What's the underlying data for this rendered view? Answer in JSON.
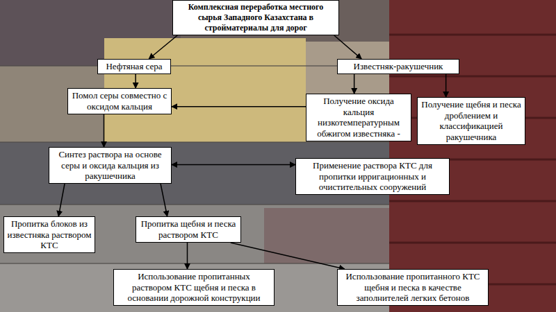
{
  "diagram": {
    "nodes": [
      {
        "text": [
          "Комплексная переработка местного сырья Западного Казахстана в стройматериалы для дорог"
        ]
      },
      {
        "text": [
          "Нефтяная сера"
        ]
      },
      {
        "text": [
          "Известняк-ракушечник"
        ]
      },
      {
        "text": [
          "Помол серы совместно с оксидом кальция"
        ]
      },
      {
        "text": [
          "Получение оксида кальция низкотемпературным обжигом известняка -"
        ]
      },
      {
        "text": [
          "Получение щебня и песка дроблением и классификацией ракушечника"
        ]
      },
      {
        "text": [
          "Синтез раствора на основе серы и оксида кальция из ракушечника"
        ]
      },
      {
        "text": [
          "Применение раствора КТС для пропитки ирригационных и очистительных сооружений"
        ]
      },
      {
        "text": [
          "Пропитка блоков из известняка раствором КТС"
        ]
      },
      {
        "text": [
          "Пропитка щебня и песка раствором КТС"
        ]
      },
      {
        "text": [
          "Использование пропитанных раствором КТС щебня и песка в основании дорожной конструкции"
        ]
      },
      {
        "text": [
          "Использование пропитанного КТС щебня и песка в качестве заполнителей легких бетонов"
        ]
      }
    ],
    "edges": [
      {
        "from": 0,
        "to": 1,
        "arrow": "to"
      },
      {
        "from": 0,
        "to": 2,
        "arrow": "to"
      },
      {
        "from": 1,
        "to": 3,
        "arrow": "to"
      },
      {
        "from": 4,
        "to": 3,
        "arrow": "to"
      },
      {
        "from": 2,
        "to": 4,
        "arrow": "to"
      },
      {
        "from": 2,
        "to": 5,
        "arrow": "to"
      },
      {
        "from": 3,
        "to": 6,
        "arrow": "to"
      },
      {
        "from": 6,
        "to": 7,
        "arrow": "both"
      },
      {
        "from": 6,
        "to": 8,
        "arrow": "to"
      },
      {
        "from": 6,
        "to": 9,
        "arrow": "to"
      },
      {
        "from": 9,
        "to": 10,
        "arrow": "to"
      },
      {
        "from": 9,
        "to": 11,
        "arrow": "to"
      }
    ]
  }
}
